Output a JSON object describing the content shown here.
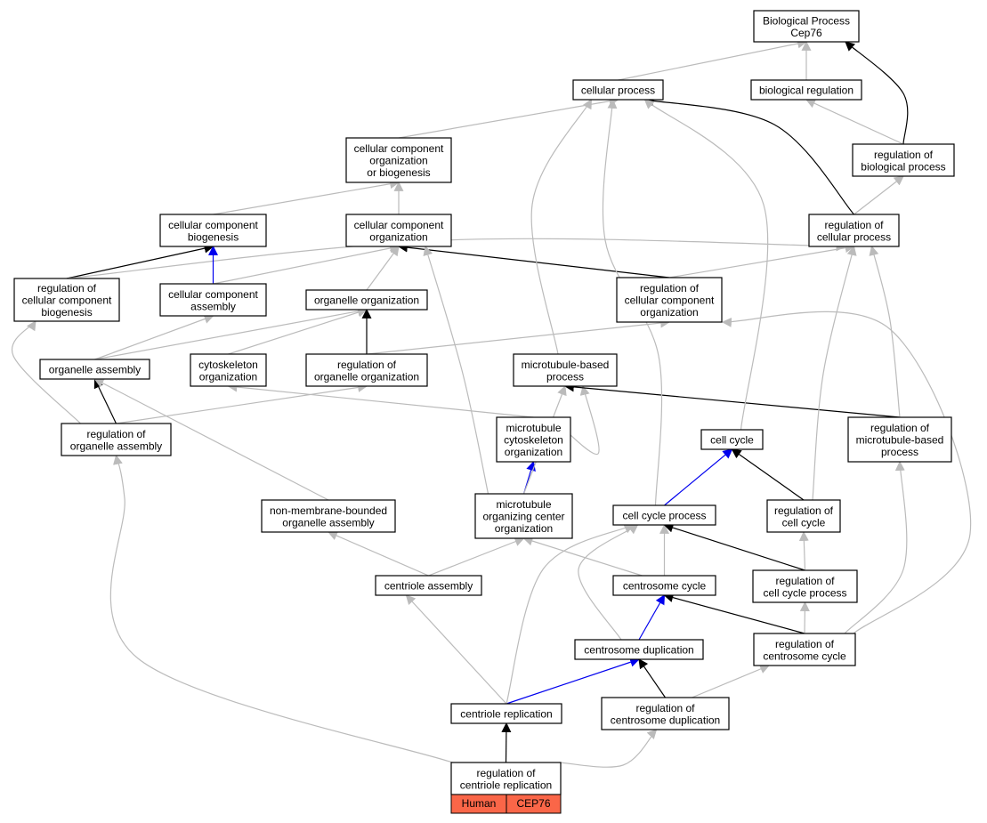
{
  "colors": {
    "is_a": "#bbbbbb",
    "regulates": "#000000",
    "part_of": "#0000ee",
    "legend_fill": "#fa6648"
  },
  "nodes": [
    {
      "id": "bp_root",
      "lines": [
        "Biological Process",
        "Cep76"
      ]
    },
    {
      "id": "cellular_process",
      "lines": [
        "cellular process"
      ]
    },
    {
      "id": "biological_regulation",
      "lines": [
        "biological regulation"
      ]
    },
    {
      "id": "reg_biological_process",
      "lines": [
        "regulation of",
        "biological process"
      ]
    },
    {
      "id": "cc_org_biogenesis",
      "lines": [
        "cellular component",
        "organization",
        "or biogenesis"
      ]
    },
    {
      "id": "cc_biogenesis",
      "lines": [
        "cellular component",
        "biogenesis"
      ]
    },
    {
      "id": "cc_organization",
      "lines": [
        "cellular component",
        "organization"
      ]
    },
    {
      "id": "reg_cellular_process",
      "lines": [
        "regulation of",
        "cellular process"
      ]
    },
    {
      "id": "reg_cc_biogenesis",
      "lines": [
        "regulation of",
        "cellular component",
        "biogenesis"
      ]
    },
    {
      "id": "cc_assembly",
      "lines": [
        "cellular component",
        "assembly"
      ]
    },
    {
      "id": "organelle_organization",
      "lines": [
        "organelle organization"
      ]
    },
    {
      "id": "reg_cc_organization",
      "lines": [
        "regulation of",
        "cellular component",
        "organization"
      ]
    },
    {
      "id": "organelle_assembly",
      "lines": [
        "organelle assembly"
      ]
    },
    {
      "id": "cytoskeleton_organization",
      "lines": [
        "cytoskeleton",
        "organization"
      ]
    },
    {
      "id": "reg_organelle_organization",
      "lines": [
        "regulation of",
        "organelle organization"
      ]
    },
    {
      "id": "microtubule_based_process",
      "lines": [
        "microtubule-based",
        "process"
      ]
    },
    {
      "id": "reg_organelle_assembly",
      "lines": [
        "regulation of",
        "organelle assembly"
      ]
    },
    {
      "id": "mt_cytoskeleton_org",
      "lines": [
        "microtubule",
        "cytoskeleton",
        "organization"
      ]
    },
    {
      "id": "cell_cycle",
      "lines": [
        "cell cycle"
      ]
    },
    {
      "id": "reg_mt_based_process",
      "lines": [
        "regulation of",
        "microtubule-based",
        "process"
      ]
    },
    {
      "id": "non_membrane_organelle_assembly",
      "lines": [
        "non-membrane-bounded",
        "organelle assembly"
      ]
    },
    {
      "id": "mtoc_organization",
      "lines": [
        "microtubule",
        "organizing center",
        "organization"
      ]
    },
    {
      "id": "cell_cycle_process",
      "lines": [
        "cell cycle process"
      ]
    },
    {
      "id": "reg_cell_cycle",
      "lines": [
        "regulation of",
        "cell cycle"
      ]
    },
    {
      "id": "centriole_assembly",
      "lines": [
        "centriole assembly"
      ]
    },
    {
      "id": "centrosome_cycle",
      "lines": [
        "centrosome cycle"
      ]
    },
    {
      "id": "reg_cell_cycle_process",
      "lines": [
        "regulation of",
        "cell cycle process"
      ]
    },
    {
      "id": "centrosome_duplication",
      "lines": [
        "centrosome duplication"
      ]
    },
    {
      "id": "reg_centrosome_cycle",
      "lines": [
        "regulation of",
        "centrosome cycle"
      ]
    },
    {
      "id": "centriole_replication",
      "lines": [
        "centriole replication"
      ]
    },
    {
      "id": "reg_centrosome_duplication",
      "lines": [
        "regulation of",
        "centrosome duplication"
      ]
    },
    {
      "id": "reg_centriole_replication",
      "lines": [
        "regulation of",
        "centriole replication"
      ]
    }
  ],
  "edges": [
    {
      "from": "cellular_process",
      "to": "bp_root",
      "type": "is_a"
    },
    {
      "from": "biological_regulation",
      "to": "bp_root",
      "type": "is_a"
    },
    {
      "from": "reg_biological_process",
      "to": "bp_root",
      "type": "regulates"
    },
    {
      "from": "reg_biological_process",
      "to": "biological_regulation",
      "type": "is_a"
    },
    {
      "from": "cc_org_biogenesis",
      "to": "cellular_process",
      "type": "is_a"
    },
    {
      "from": "reg_cellular_process",
      "to": "cellular_process",
      "type": "regulates"
    },
    {
      "from": "reg_cellular_process",
      "to": "reg_biological_process",
      "type": "is_a"
    },
    {
      "from": "cc_biogenesis",
      "to": "cc_org_biogenesis",
      "type": "is_a"
    },
    {
      "from": "cc_organization",
      "to": "cc_org_biogenesis",
      "type": "is_a"
    },
    {
      "from": "reg_cc_biogenesis",
      "to": "cc_biogenesis",
      "type": "regulates"
    },
    {
      "from": "reg_cc_biogenesis",
      "to": "reg_cellular_process",
      "type": "is_a"
    },
    {
      "from": "cc_assembly",
      "to": "cc_biogenesis",
      "type": "part_of"
    },
    {
      "from": "cc_assembly",
      "to": "cc_organization",
      "type": "is_a"
    },
    {
      "from": "organelle_organization",
      "to": "cc_organization",
      "type": "is_a"
    },
    {
      "from": "reg_cc_organization",
      "to": "cc_organization",
      "type": "regulates"
    },
    {
      "from": "reg_cc_organization",
      "to": "reg_cellular_process",
      "type": "is_a"
    },
    {
      "from": "organelle_assembly",
      "to": "cc_assembly",
      "type": "is_a"
    },
    {
      "from": "organelle_assembly",
      "to": "organelle_organization",
      "type": "is_a"
    },
    {
      "from": "cytoskeleton_organization",
      "to": "organelle_organization",
      "type": "is_a"
    },
    {
      "from": "reg_organelle_organization",
      "to": "organelle_organization",
      "type": "regulates"
    },
    {
      "from": "reg_organelle_organization",
      "to": "reg_cc_organization",
      "type": "is_a"
    },
    {
      "from": "reg_organelle_assembly",
      "to": "organelle_assembly",
      "type": "regulates"
    },
    {
      "from": "reg_organelle_assembly",
      "to": "reg_cc_biogenesis",
      "type": "is_a"
    },
    {
      "from": "reg_organelle_assembly",
      "to": "reg_organelle_organization",
      "type": "is_a"
    },
    {
      "from": "microtubule_based_process",
      "to": "cellular_process",
      "type": "is_a"
    },
    {
      "from": "mt_cytoskeleton_org",
      "to": "cytoskeleton_organization",
      "type": "is_a"
    },
    {
      "from": "mt_cytoskeleton_org",
      "to": "microtubule_based_process",
      "type": "is_a"
    },
    {
      "from": "reg_mt_based_process",
      "to": "microtubule_based_process",
      "type": "regulates"
    },
    {
      "from": "reg_mt_based_process",
      "to": "reg_cellular_process",
      "type": "is_a"
    },
    {
      "from": "cell_cycle",
      "to": "cellular_process",
      "type": "is_a"
    },
    {
      "from": "mtoc_organization",
      "to": "mt_cytoskeleton_org",
      "type": "part_of"
    },
    {
      "from": "mtoc_organization",
      "to": "microtubule_based_process",
      "type": "is_a"
    },
    {
      "from": "mtoc_organization",
      "to": "cc_organization",
      "type": "is_a"
    },
    {
      "from": "non_membrane_organelle_assembly",
      "to": "organelle_assembly",
      "type": "is_a"
    },
    {
      "from": "cell_cycle_process",
      "to": "cell_cycle",
      "type": "part_of"
    },
    {
      "from": "cell_cycle_process",
      "to": "cellular_process",
      "type": "is_a"
    },
    {
      "from": "reg_cell_cycle",
      "to": "cell_cycle",
      "type": "regulates"
    },
    {
      "from": "reg_cell_cycle",
      "to": "reg_cellular_process",
      "type": "is_a"
    },
    {
      "from": "centriole_assembly",
      "to": "non_membrane_organelle_assembly",
      "type": "is_a"
    },
    {
      "from": "centriole_assembly",
      "to": "mtoc_organization",
      "type": "is_a"
    },
    {
      "from": "centrosome_cycle",
      "to": "cell_cycle_process",
      "type": "is_a"
    },
    {
      "from": "centrosome_cycle",
      "to": "mtoc_organization",
      "type": "is_a"
    },
    {
      "from": "reg_cell_cycle_process",
      "to": "cell_cycle_process",
      "type": "regulates"
    },
    {
      "from": "reg_cell_cycle_process",
      "to": "reg_cell_cycle",
      "type": "is_a"
    },
    {
      "from": "centrosome_duplication",
      "to": "centrosome_cycle",
      "type": "part_of"
    },
    {
      "from": "centrosome_duplication",
      "to": "cell_cycle_process",
      "type": "is_a"
    },
    {
      "from": "reg_centrosome_cycle",
      "to": "centrosome_cycle",
      "type": "regulates"
    },
    {
      "from": "reg_centrosome_cycle",
      "to": "reg_cell_cycle_process",
      "type": "is_a"
    },
    {
      "from": "reg_centrosome_cycle",
      "to": "reg_mt_based_process",
      "type": "is_a"
    },
    {
      "from": "reg_centrosome_cycle",
      "to": "reg_cc_organization",
      "type": "is_a"
    },
    {
      "from": "centriole_replication",
      "to": "centrosome_duplication",
      "type": "part_of"
    },
    {
      "from": "centriole_replication",
      "to": "centriole_assembly",
      "type": "is_a"
    },
    {
      "from": "centriole_replication",
      "to": "cell_cycle_process",
      "type": "is_a"
    },
    {
      "from": "reg_centrosome_duplication",
      "to": "centrosome_duplication",
      "type": "regulates"
    },
    {
      "from": "reg_centrosome_duplication",
      "to": "reg_centrosome_cycle",
      "type": "is_a"
    },
    {
      "from": "reg_centriole_replication",
      "to": "centriole_replication",
      "type": "regulates"
    },
    {
      "from": "reg_centriole_replication",
      "to": "reg_centrosome_duplication",
      "type": "is_a"
    },
    {
      "from": "reg_centriole_replication",
      "to": "reg_organelle_assembly",
      "type": "is_a"
    }
  ],
  "legend": {
    "species": "Human",
    "gene": "CEP76"
  }
}
